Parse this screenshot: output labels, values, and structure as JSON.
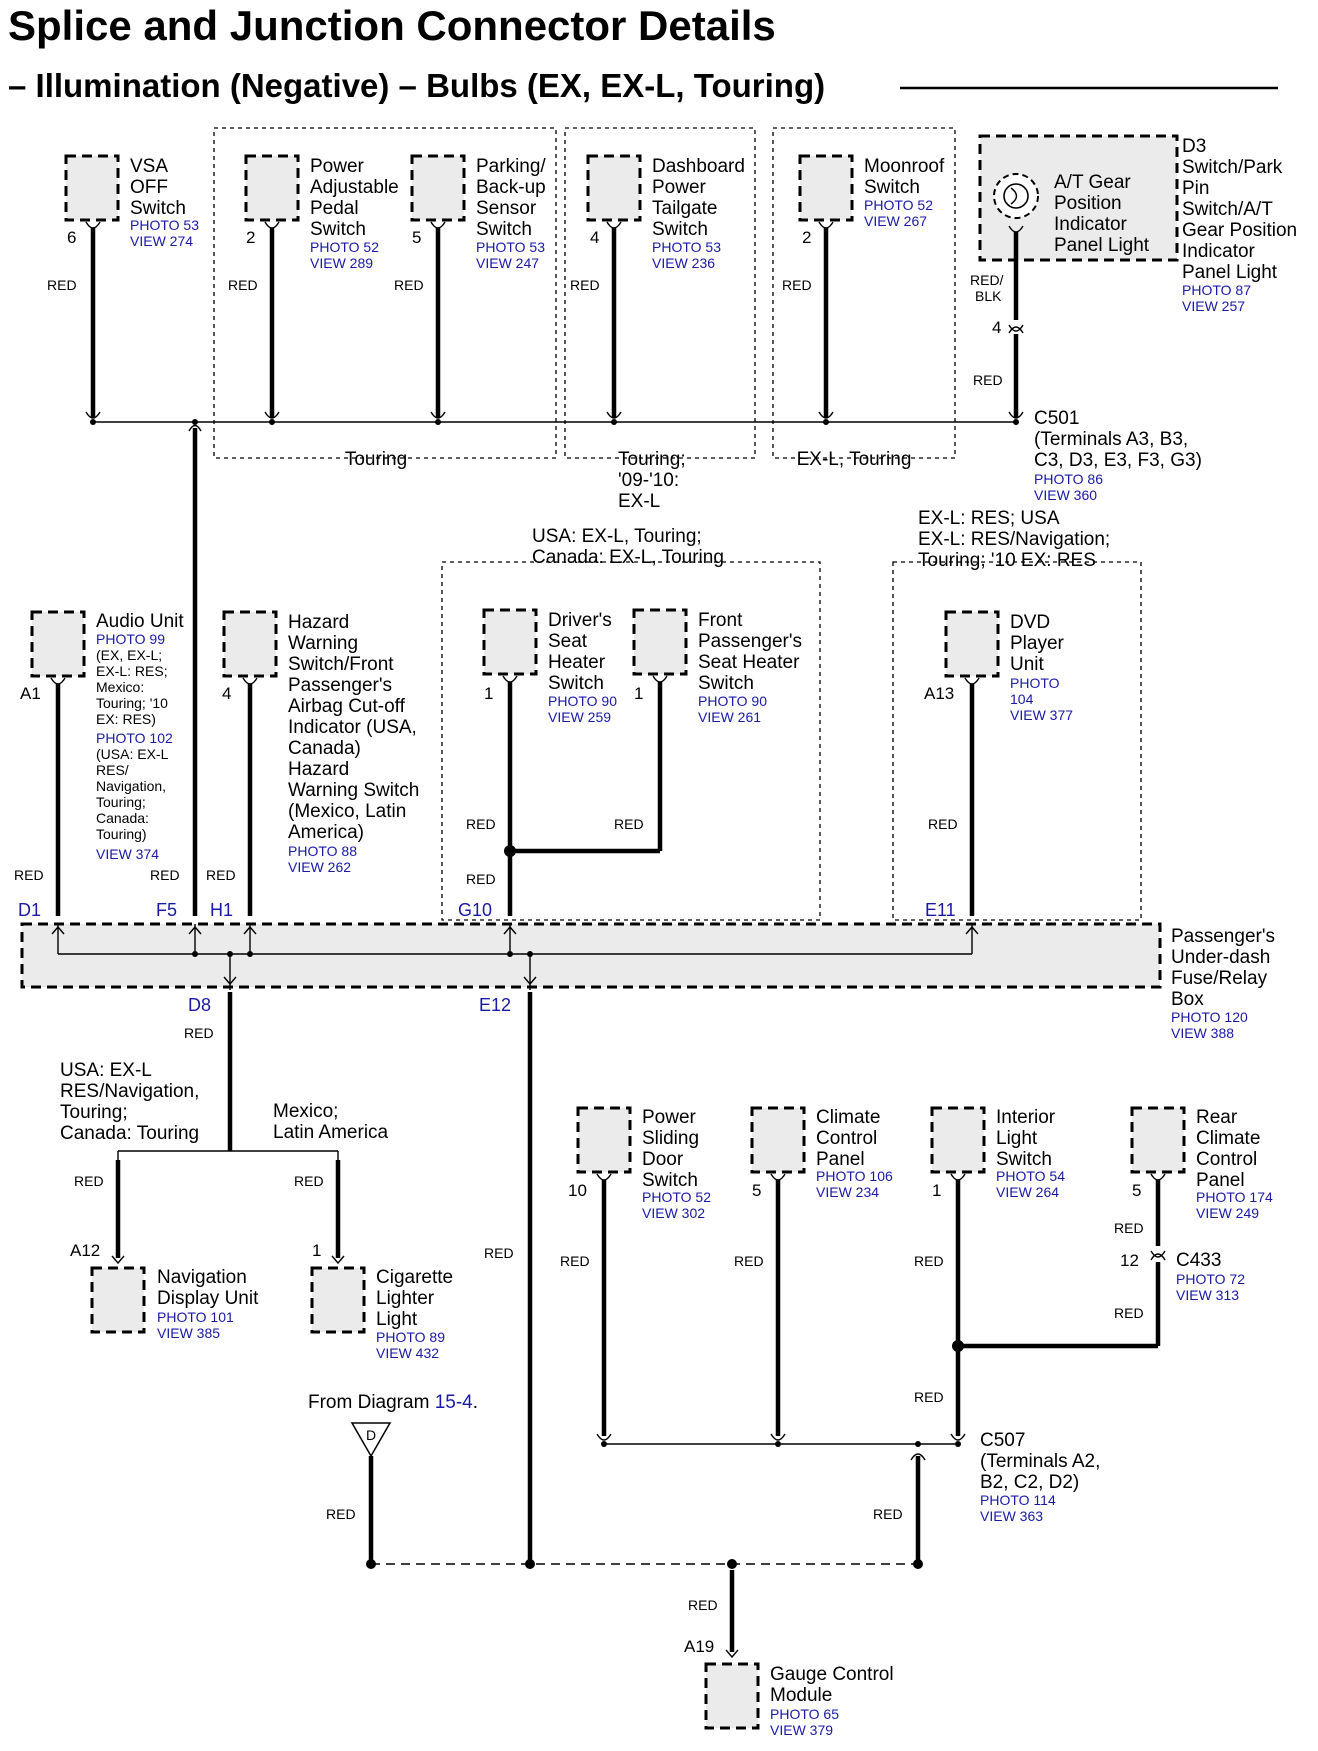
{
  "title": "Splice and Junction Connector Details",
  "subtitle": "– Illumination (Negative) – Bulbs (EX, EX-L, Touring)",
  "wire_red": "RED",
  "wire_red_blk": [
    "RED/",
    "BLK"
  ],
  "top_components": [
    {
      "name": [
        "VSA",
        "OFF",
        "Switch"
      ],
      "refs": [
        "PHOTO 53",
        "VIEW 274"
      ],
      "pin": "6"
    },
    {
      "name": [
        "Power",
        "Adjustable",
        "Pedal",
        "Switch"
      ],
      "refs": [
        "PHOTO 52",
        "VIEW 289"
      ],
      "pin": "2"
    },
    {
      "name": [
        "Parking/",
        "Back-up",
        "Sensor",
        "Switch"
      ],
      "refs": [
        "PHOTO 53",
        "VIEW 247"
      ],
      "pin": "5"
    },
    {
      "name": [
        "Dashboard",
        "Power",
        "Tailgate",
        "Switch"
      ],
      "refs": [
        "PHOTO 53",
        "VIEW 236"
      ],
      "pin": "4"
    },
    {
      "name": [
        "Moonroof",
        "Switch"
      ],
      "refs": [
        "PHOTO 52",
        "VIEW 267"
      ],
      "pin": "2"
    }
  ],
  "d3": {
    "inner": [
      "A/T Gear",
      "Position",
      "Indicator",
      "Panel Light"
    ],
    "name": [
      "D3",
      "Switch/Park",
      "Pin",
      "Switch/A/T",
      "Gear Position",
      "Indicator",
      "Panel Light"
    ],
    "refs": [
      "PHOTO 87",
      "VIEW 257"
    ],
    "pin": "4"
  },
  "top_groups": [
    [
      "Touring"
    ],
    [
      "Touring;",
      "'09-'10:",
      "EX-L"
    ],
    [
      "EX-L, Touring"
    ]
  ],
  "c501": {
    "name": [
      "C501",
      "(Terminals A3, B3,",
      "C3, D3, E3, F3, G3)"
    ],
    "refs": [
      "PHOTO 86",
      "VIEW 360"
    ]
  },
  "mid_groups": [
    [
      "USA: EX-L, Touring;",
      "Canada: EX-L, Touring"
    ],
    [
      "EX-L: RES; USA",
      "EX-L: RES/Navigation;",
      "Touring; '10 EX: RES"
    ]
  ],
  "mid_components": [
    {
      "name": [
        "Audio Unit"
      ],
      "refs": [
        "PHOTO 99"
      ],
      "notes1": [
        "(EX, EX-L;",
        "EX-L: RES;",
        "Mexico:",
        "Touring; '10",
        "EX: RES)"
      ],
      "refs2": [
        "PHOTO 102"
      ],
      "notes2": [
        "(USA: EX-L",
        "RES/",
        "Navigation,",
        "Touring;",
        "Canada:",
        "Touring)"
      ],
      "refs3": [
        "VIEW 374"
      ],
      "pin": "A1"
    },
    {
      "name": [
        "Hazard",
        "Warning",
        "Switch/Front",
        "Passenger's",
        "Airbag Cut-off",
        "Indicator (USA,",
        "Canada)",
        "Hazard",
        "Warning Switch",
        "(Mexico, Latin",
        "America)"
      ],
      "refs": [
        "PHOTO 88",
        "VIEW 262"
      ],
      "pin": "4"
    },
    {
      "name": [
        "Driver's",
        "Seat",
        "Heater",
        "Switch"
      ],
      "refs": [
        "PHOTO 90",
        "VIEW 259"
      ],
      "pin": "1"
    },
    {
      "name": [
        "Front",
        "Passenger's",
        "Seat Heater",
        "Switch"
      ],
      "refs": [
        "PHOTO 90",
        "VIEW 261"
      ],
      "pin": "1"
    },
    {
      "name": [
        "DVD",
        "Player",
        "Unit"
      ],
      "refs": [
        "PHOTO",
        "104",
        "VIEW 377"
      ],
      "pin": "A13"
    }
  ],
  "fuse_box": {
    "name": [
      "Passenger's",
      "Under-dash",
      "Fuse/Relay",
      "Box"
    ],
    "refs": [
      "PHOTO 120",
      "VIEW 388"
    ]
  },
  "fuse_terminals": [
    "D1",
    "F5",
    "H1",
    "G10",
    "E11",
    "D8",
    "E12"
  ],
  "nav_groups": [
    [
      "USA: EX-L",
      "RES/Navigation,",
      "Touring;",
      "Canada: Touring"
    ],
    [
      "Mexico;",
      "Latin America"
    ]
  ],
  "bottom_left": [
    {
      "name": [
        "Navigation",
        "Display Unit"
      ],
      "refs": [
        "PHOTO 101",
        "VIEW 385"
      ],
      "pin": "A12"
    },
    {
      "name": [
        "Cigarette",
        "Lighter",
        "Light"
      ],
      "refs": [
        "PHOTO 89",
        "VIEW 432"
      ],
      "pin": "1"
    }
  ],
  "from_diagram": {
    "text": "From Diagram",
    "ref": "15-4",
    "end": ".",
    "letter": "D"
  },
  "bottom_right": [
    {
      "name": [
        "Power",
        "Sliding",
        "Door",
        "Switch"
      ],
      "refs": [
        "PHOTO 52",
        "VIEW 302"
      ],
      "pin": "10"
    },
    {
      "name": [
        "Climate",
        "Control",
        "Panel"
      ],
      "refs": [
        "PHOTO 106",
        "VIEW 234"
      ],
      "pin": "5"
    },
    {
      "name": [
        "Interior",
        "Light",
        "Switch"
      ],
      "refs": [
        "PHOTO 54",
        "VIEW 264"
      ],
      "pin": "1"
    },
    {
      "name": [
        "Rear",
        "Climate",
        "Control",
        "Panel"
      ],
      "refs": [
        "PHOTO 174",
        "VIEW 249"
      ],
      "pin": "5"
    }
  ],
  "c433": {
    "name": "C433",
    "refs": [
      "PHOTO 72",
      "VIEW 313"
    ],
    "pin": "12"
  },
  "c507": {
    "name": [
      "C507",
      "(Terminals A2,",
      "B2, C2, D2)"
    ],
    "refs": [
      "PHOTO 114",
      "VIEW 363"
    ]
  },
  "gauge": {
    "name": [
      "Gauge Control",
      "Module"
    ],
    "refs": [
      "PHOTO 65",
      "VIEW 379"
    ],
    "pin": "A19"
  }
}
